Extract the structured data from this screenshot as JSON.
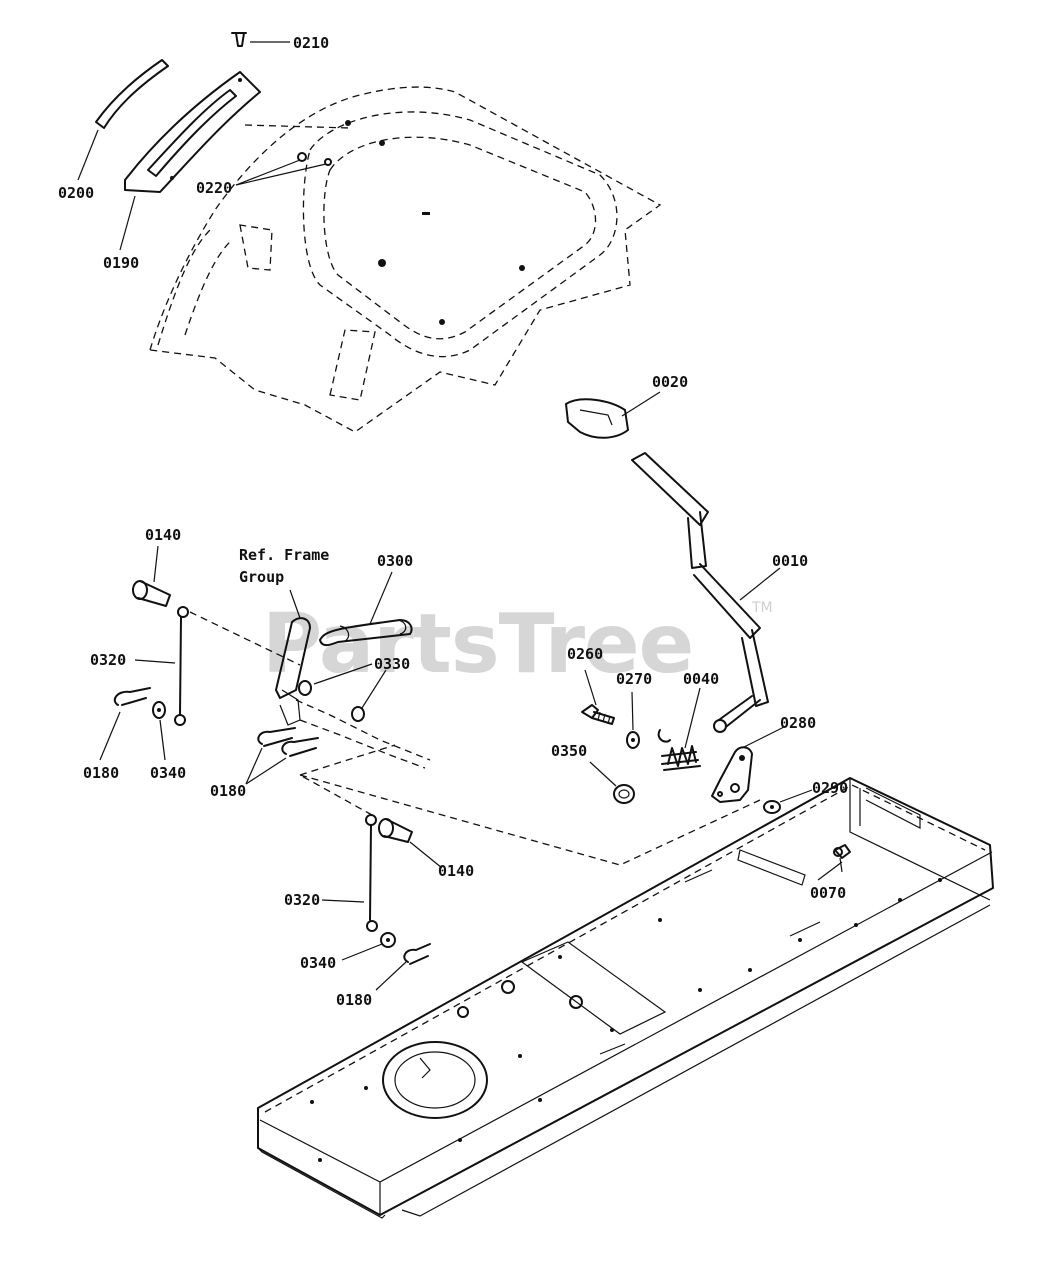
{
  "watermark": {
    "text": "PartsTree",
    "trademark": "TM"
  },
  "reference": {
    "line1": "Ref. Frame",
    "line2": "Group"
  },
  "labels": {
    "p0010": "0010",
    "p0020": "0020",
    "p0040": "0040",
    "p0070": "0070",
    "p0140_top": "0140",
    "p0140_bottom": "0140",
    "p0180_left": "0180",
    "p0180_mid": "0180",
    "p0180_bottom": "0180",
    "p0190": "0190",
    "p0200": "0200",
    "p0210": "0210",
    "p0220": "0220",
    "p0260": "0260",
    "p0270": "0270",
    "p0280": "0280",
    "p0290": "0290",
    "p0300": "0300",
    "p0320_top": "0320",
    "p0320_bottom": "0320",
    "p0330": "0330",
    "p0340_left": "0340",
    "p0340_bottom": "0340",
    "p0350": "0350"
  }
}
